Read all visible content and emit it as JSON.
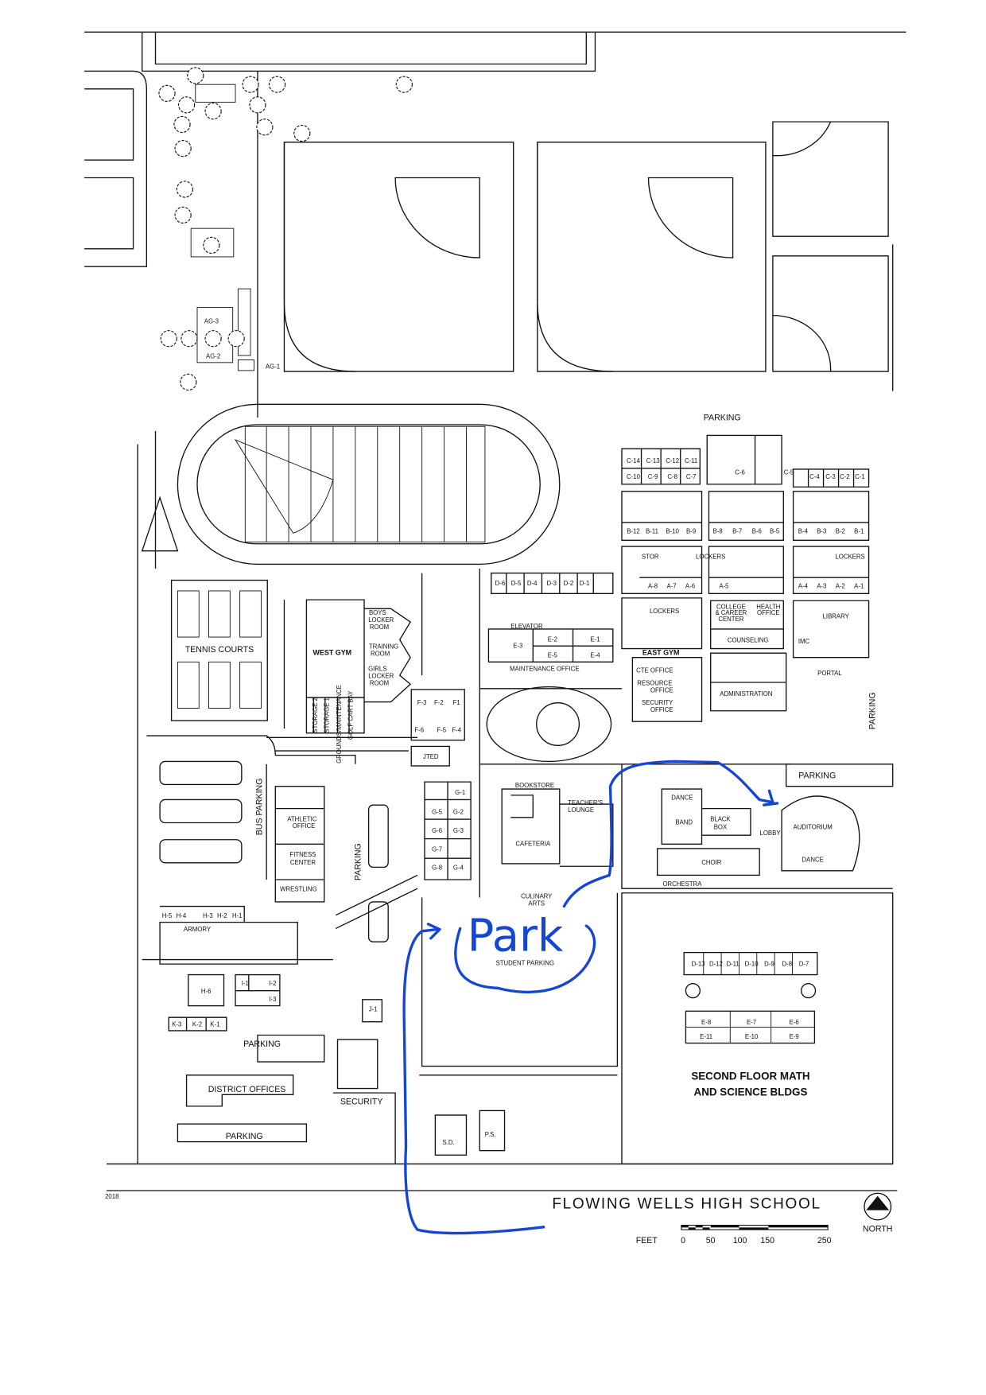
{
  "map": {
    "title": "FLOWING WELLS HIGH SCHOOL",
    "year": "2018",
    "north_label": "NORTH",
    "scale": {
      "unit": "FEET",
      "ticks": [
        "0",
        "50",
        "100",
        "150",
        "250"
      ]
    },
    "route_color": "#1446d6",
    "handwritten_note": "Park"
  },
  "labels": {
    "ag3": "AG-3",
    "ag2": "AG-2",
    "ag1": "AG-1",
    "parking_n": "PARKING",
    "c14": "C-14",
    "c13": "C-13",
    "c12": "C-12",
    "c11": "C-11",
    "c10": "C-10",
    "c9": "C-9",
    "c8": "C-8",
    "c7": "C-7",
    "c6": "C-6",
    "c5": "C-5",
    "c4": "C-4",
    "c3": "C-3",
    "c2": "C-2",
    "c1": "C-1",
    "b12": "B-12",
    "b11": "B-11",
    "b10": "B-10",
    "b9": "B-9",
    "b8": "B-8",
    "b7": "B-7",
    "b6": "B-6",
    "b5": "B-5",
    "b4": "B-4",
    "b3": "B-3",
    "b2": "B-2",
    "b1": "B-1",
    "stor": "STOR",
    "lockers1": "LOCKERS",
    "lockers2": "LOCKERS",
    "lockers3": "LOCKERS",
    "a8": "A-8",
    "a7": "A-7",
    "a6": "A-6",
    "a5": "A-5",
    "a4": "A-4",
    "a3": "A-3",
    "a2": "A-2",
    "a1": "A-1",
    "college1": "COLLEGE",
    "college2": "& CAREER",
    "college3": "CENTER",
    "health1": "HEALTH",
    "health2": "OFFICE",
    "counseling": "COUNSELING",
    "library": "LIBRARY",
    "imc": "IMC",
    "portal": "PORTAL",
    "east_gym": "EAST GYM",
    "cte": "CTE OFFICE",
    "resource1": "RESOURCE",
    "resource2": "OFFICE",
    "security_o1": "SECURITY",
    "security_o2": "OFFICE",
    "administration": "ADMINISTRATION",
    "parking_e": "PARKING",
    "d6": "D-6",
    "d5": "D-5",
    "d4": "D-4",
    "d3": "D-3",
    "d2": "D-2",
    "d1": "D-1",
    "elevator": "ELEVATOR",
    "e3": "E-3",
    "e2": "E-2",
    "e1": "E-1",
    "e5": "E-5",
    "e4": "E-4",
    "maintenance": "MAINTENANCE OFFICE",
    "tennis": "TENNIS COURTS",
    "west_gym": "WEST GYM",
    "boys1": "BOYS",
    "boys2": "LOCKER",
    "boys3": "ROOM",
    "training1": "TRAINING",
    "training2": "ROOM",
    "girls1": "GIRLS",
    "girls2": "LOCKER",
    "girls3": "ROOM",
    "storage2": "STORAGE 2",
    "storage1": "STORAGE 1",
    "grounds": "GROUNDS/MAINTENANCE",
    "golf": "GOLF CART BAY",
    "f3": "F-3",
    "f2": "F-2",
    "f1": "F1",
    "f6": "F-6",
    "f5": "F-5",
    "f4": "F-4",
    "jted": "JTED",
    "bus_parking": "BUS PARKING",
    "athletic1": "ATHLETIC",
    "athletic2": "OFFICE",
    "fitness1": "FITNESS",
    "fitness2": "CENTER",
    "wrestling": "WRESTLING",
    "parking_w": "PARKING",
    "g1": "G-1",
    "g5": "G-5",
    "g2": "G-2",
    "g6": "G-6",
    "g3": "G-3",
    "g7": "G-7",
    "g8": "G-8",
    "g4": "G-4",
    "bookstore": "BOOKSTORE",
    "teachers1": "TEACHER'S",
    "teachers2": "LOUNGE",
    "cafeteria": "CAFETERIA",
    "culinary1": "CULINARY",
    "culinary2": "ARTS",
    "dance1": "DANCE",
    "band": "BAND",
    "blackbox1": "BLACK",
    "blackbox2": "BOX",
    "lobby": "LOBBY",
    "auditorium": "AUDITORIUM",
    "dance2": "DANCE",
    "choir": "CHOIR",
    "orchestra": "ORCHESTRA",
    "parking_aud": "PARKING",
    "student_parking": "STUDENT PARKING",
    "h5": "H-5",
    "h4": "H-4",
    "h3": "H-3",
    "h2": "H-2",
    "h1": "H-1",
    "armory": "ARMORY",
    "h6": "H-6",
    "i1": "I-1",
    "i2": "I-2",
    "i3": "I-3",
    "k3": "K-3",
    "k2": "K-2",
    "k1": "K-1",
    "j1": "J-1",
    "parking_sw": "PARKING",
    "district": "DISTRICT OFFICES",
    "security": "SECURITY",
    "parking_s": "PARKING",
    "sd": "S.D.",
    "ps": "P.S.",
    "d13": "D-13",
    "d12": "D-12",
    "d11": "D-11",
    "d10": "D-10",
    "d9": "D-9",
    "d8": "D-8",
    "d7": "D-7",
    "e8": "E-8",
    "e7": "E-7",
    "e6": "E-6",
    "e11": "E-11",
    "e10": "E-10",
    "e9": "E-9",
    "second1": "SECOND FLOOR MATH",
    "second2": "AND SCIENCE BLDGS"
  }
}
